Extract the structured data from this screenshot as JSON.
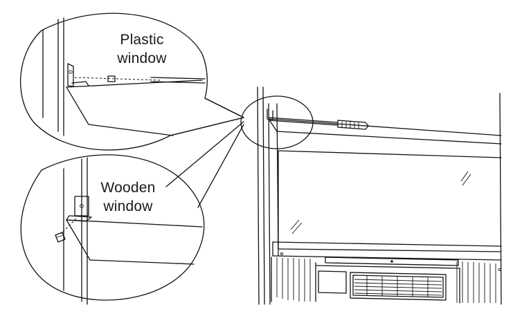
{
  "labels": {
    "plastic_window": [
      "Plastic",
      "window"
    ],
    "wooden_window": [
      "Wooden",
      "window"
    ]
  },
  "colors": {
    "line": "#111111",
    "background": "#ffffff"
  }
}
